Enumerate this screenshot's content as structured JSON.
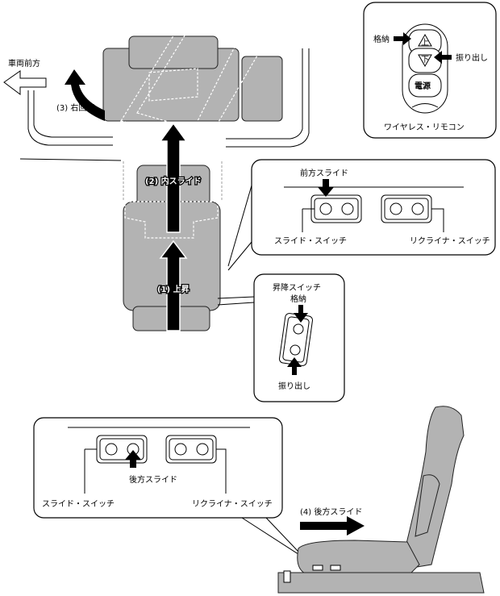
{
  "top_view": {
    "vehicle_front": "車両前方",
    "step3": "(3) 右回転",
    "step2": "(2) 内スライド",
    "step1": "(1) 上昇"
  },
  "remote": {
    "stow": "格納",
    "deploy": "振り出し",
    "power": "電源",
    "up_glyph": "上",
    "down_glyph": "下",
    "caption": "ワイヤレス・リモコン"
  },
  "front_panel": {
    "forward_slide": "前方スライド",
    "slide_switch": "スライド・スイッチ",
    "recliner_switch": "リクライナ・スイッチ"
  },
  "lift_panel": {
    "title": "昇降スイッチ",
    "stow": "格納",
    "deploy": "振り出し"
  },
  "rear_panel": {
    "rear_slide": "後方スライド",
    "slide_switch": "スライド・スイッチ",
    "recliner_switch": "リクライナ・スイッチ"
  },
  "side_view": {
    "step4": "(4) 後方スライド"
  }
}
